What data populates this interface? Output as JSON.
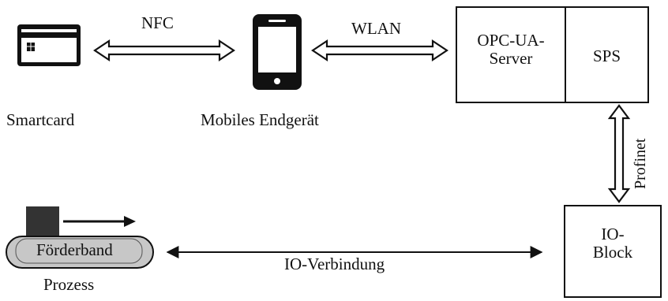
{
  "nodes": {
    "smartcard": "Smartcard",
    "mobile": "Mobiles Endgerät",
    "opc_line1": "OPC-UA-",
    "opc_line2": "Server",
    "sps": "SPS",
    "io_line1": "IO-",
    "io_line2": "Block",
    "belt": "Förderband",
    "process": "Prozess"
  },
  "links": {
    "nfc": "NFC",
    "wlan": "WLAN",
    "profinet": "Profinet",
    "io_connection": "IO-Verbindung"
  },
  "colors": {
    "line": "#111111",
    "belt_fill": "#c7c7c7",
    "block": "#333333"
  },
  "icons": [
    "smartcard-icon",
    "smartphone-icon"
  ]
}
